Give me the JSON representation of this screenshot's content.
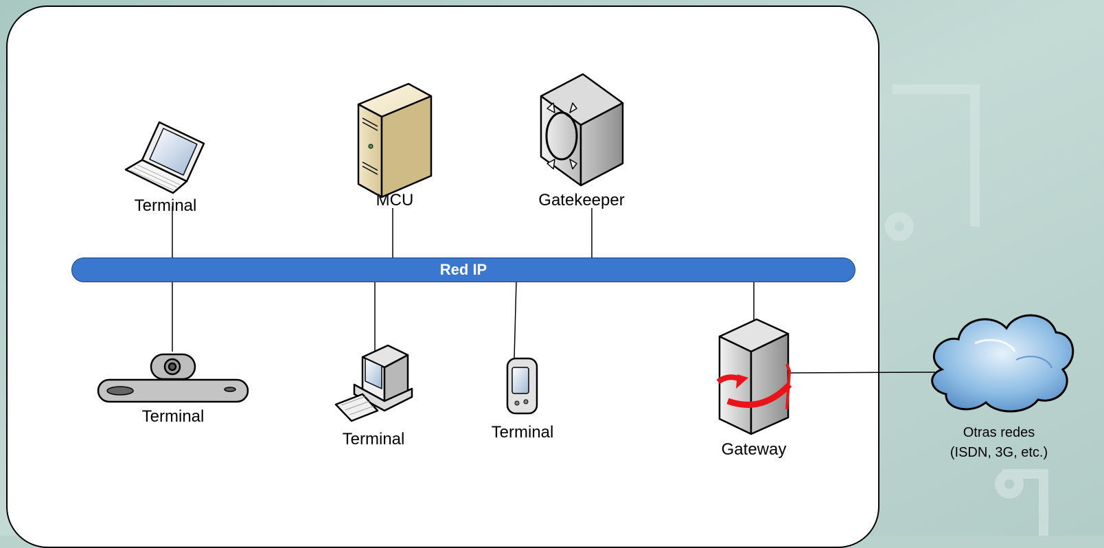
{
  "network": {
    "label": "Red IP",
    "color": "#3a78cf"
  },
  "nodes": {
    "laptop": {
      "label": "Terminal"
    },
    "mcu": {
      "label": "MCU"
    },
    "gatekeeper": {
      "label": "Gatekeeper"
    },
    "video_endpoint": {
      "label": "Terminal"
    },
    "desktop_pc": {
      "label": "Terminal"
    },
    "pda": {
      "label": "Terminal"
    },
    "gateway": {
      "label": "Gateway"
    },
    "other_networks": {
      "line1": "Otras redes",
      "line2": "(ISDN, 3G, etc.)"
    }
  },
  "colors": {
    "background": "#b9d2cc",
    "panel": "#ffffff",
    "bus_text": "#ffffff",
    "gateway_arrow": "#e8141a",
    "cloud": "#6fa8d8"
  }
}
